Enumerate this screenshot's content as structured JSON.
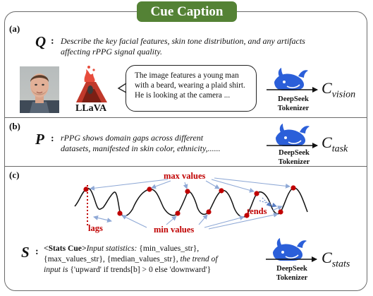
{
  "title": "Cue Caption",
  "colors": {
    "title_bg": "#548235",
    "accent_red": "#c00000",
    "arrow_blue": "#8fa9d6",
    "whale": "#2b5fd9"
  },
  "icons": {
    "deepseek": "whale-icon",
    "llava": "volcano-icon",
    "face": "person-face-photo"
  },
  "section_a": {
    "label": "(a)",
    "letter": "Q",
    "colon": ":",
    "question_line1": "Describe the key facial features, skin tone distribution, and any artifacts",
    "question_line2": "affecting rPPG signal quality.",
    "model_label": "LLaVA",
    "bubble_line1": "The image features a young man",
    "bubble_line2": "with a beard, wearing a plaid shirt.",
    "bubble_line3": "He is looking at the camera ...",
    "tokenizer_line1": "DeepSeek",
    "tokenizer_line2": "Tokenizer",
    "output_base": "C",
    "output_sub": "vision"
  },
  "section_b": {
    "label": "(b)",
    "letter": "P",
    "colon": ":",
    "text_line1": "rPPG shows domain gaps across different",
    "text_line2": "datasets, manifested in skin color, ethnicity,......",
    "tokenizer_line1": "DeepSeek",
    "tokenizer_line2": "Tokenizer",
    "output_base": "C",
    "output_sub": "task"
  },
  "section_c": {
    "label": "(c)",
    "max_label": "max values",
    "min_label": "min values",
    "lags_label": "lags",
    "trends_label": "tends",
    "letter": "S",
    "colon": ":",
    "stats_tag": "<Stats  Cue>",
    "stats_line1_italic": "Input statistics:",
    "stats_line1_rest": " {min_values_str},",
    "stats_line2_a": "{max_values_str}, {median_values_str},",
    "stats_line2_italic": " the trend of",
    "stats_line3_italic": "input is",
    "stats_line3_rest": " {'upward' if trends[b] > 0 else 'downward'}",
    "tokenizer_line1": "DeepSeek",
    "tokenizer_line2": "Tokenizer",
    "output_base": "C",
    "output_sub": "stats"
  }
}
